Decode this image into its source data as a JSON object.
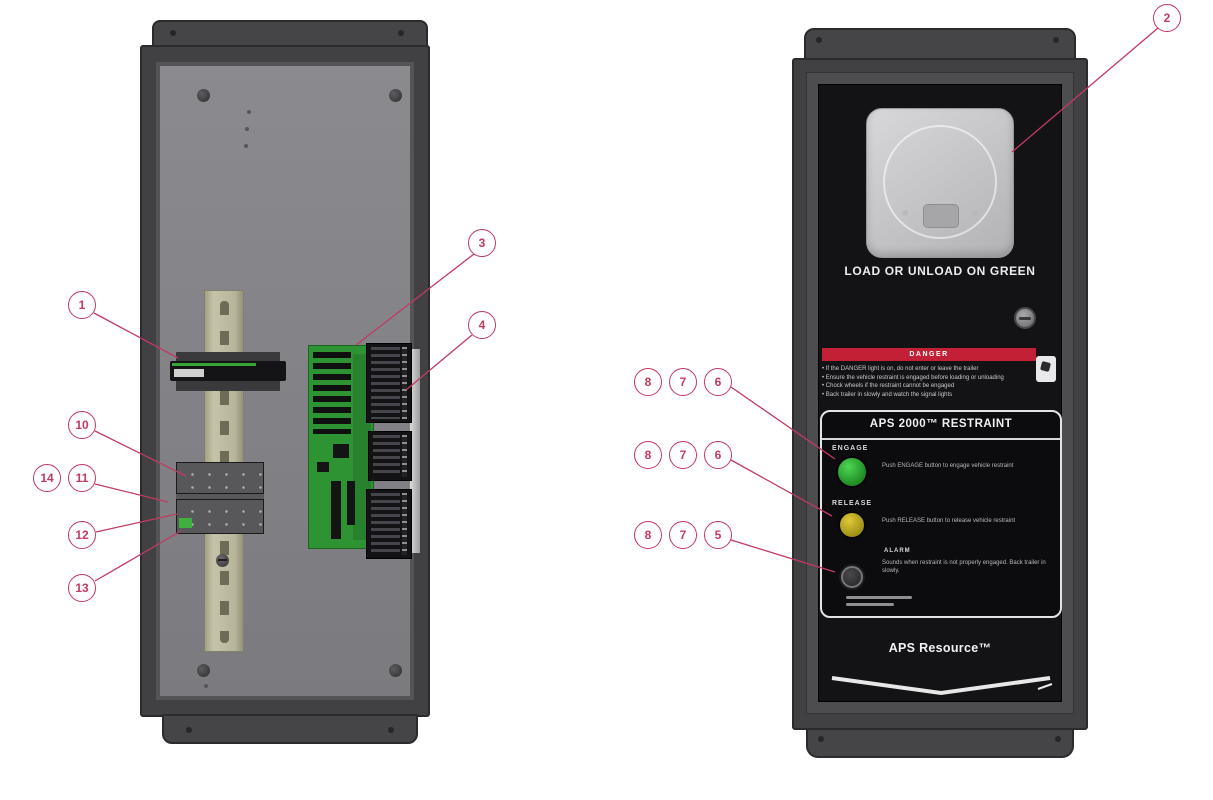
{
  "callouts": {
    "left": [
      "1",
      "10",
      "14",
      "11",
      "12",
      "13",
      "3",
      "4"
    ],
    "right": [
      "2",
      "8",
      "7",
      "6",
      "8",
      "7",
      "6",
      "8",
      "7",
      "5"
    ]
  },
  "exterior_panel": {
    "indicator_text": "LOAD OR UNLOAD ON GREEN",
    "danger_label": "DANGER",
    "danger_lines": [
      "• If the DANGER light is on, do not enter or leave the trailer",
      "• Ensure the vehicle restraint is engaged before loading or unloading",
      "• Chock wheels if the restraint cannot be engaged",
      "• Back trailer in slowly and watch the signal lights"
    ],
    "model_title": "APS 2000™ RESTRAINT",
    "engage_label": "ENGAGE",
    "engage_note": "Push ENGAGE button to engage vehicle restraint",
    "release_label": "RELEASE",
    "release_note": "Push RELEASE button to release vehicle restraint",
    "alarm_label": "ALARM",
    "alarm_note": "Sounds when restraint is not properly engaged. Back trailer in slowly.",
    "brand": "APS Resource™"
  },
  "colors": {
    "callout": "#c13a60",
    "engage_button": "#2bab31",
    "release_button": "#c4b026",
    "danger_band": "#c31f35"
  }
}
